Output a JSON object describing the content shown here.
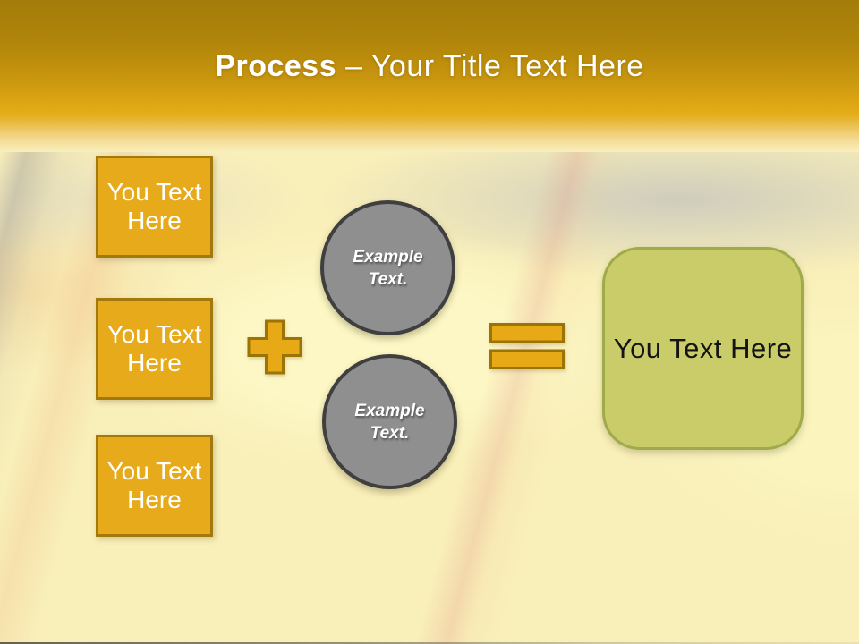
{
  "header": {
    "title_bold": "Process",
    "title_rest": "– Your Title Text Here"
  },
  "input_boxes": [
    {
      "line1": "You Text",
      "line2": "Here"
    },
    {
      "line1": "You Text",
      "line2": "Here"
    },
    {
      "line1": "You Text",
      "line2": "Here"
    }
  ],
  "operators": {
    "plus_icon": "plus-shape",
    "equals_icon": "equals-shape"
  },
  "example_circles": [
    {
      "line1": "Example",
      "line2": "Text."
    },
    {
      "line1": "Example",
      "line2": "Text."
    }
  ],
  "result_box": {
    "label": "You Text Here"
  },
  "colors": {
    "header_gradient_top": "#A27C0A",
    "header_gradient_bottom": "#E4AC19",
    "gold_fill": "#E7AA1B",
    "gold_border": "#A1790C",
    "gray_circle_fill": "#8F8F8F",
    "gray_circle_border": "#3F3F3F",
    "green_fill": "#C9CC68",
    "green_border": "#9FAA48",
    "title_text": "#FFFFFF",
    "box_text": "#FFFFFF",
    "result_text": "#141414",
    "background_base": "#F9EFB9"
  }
}
